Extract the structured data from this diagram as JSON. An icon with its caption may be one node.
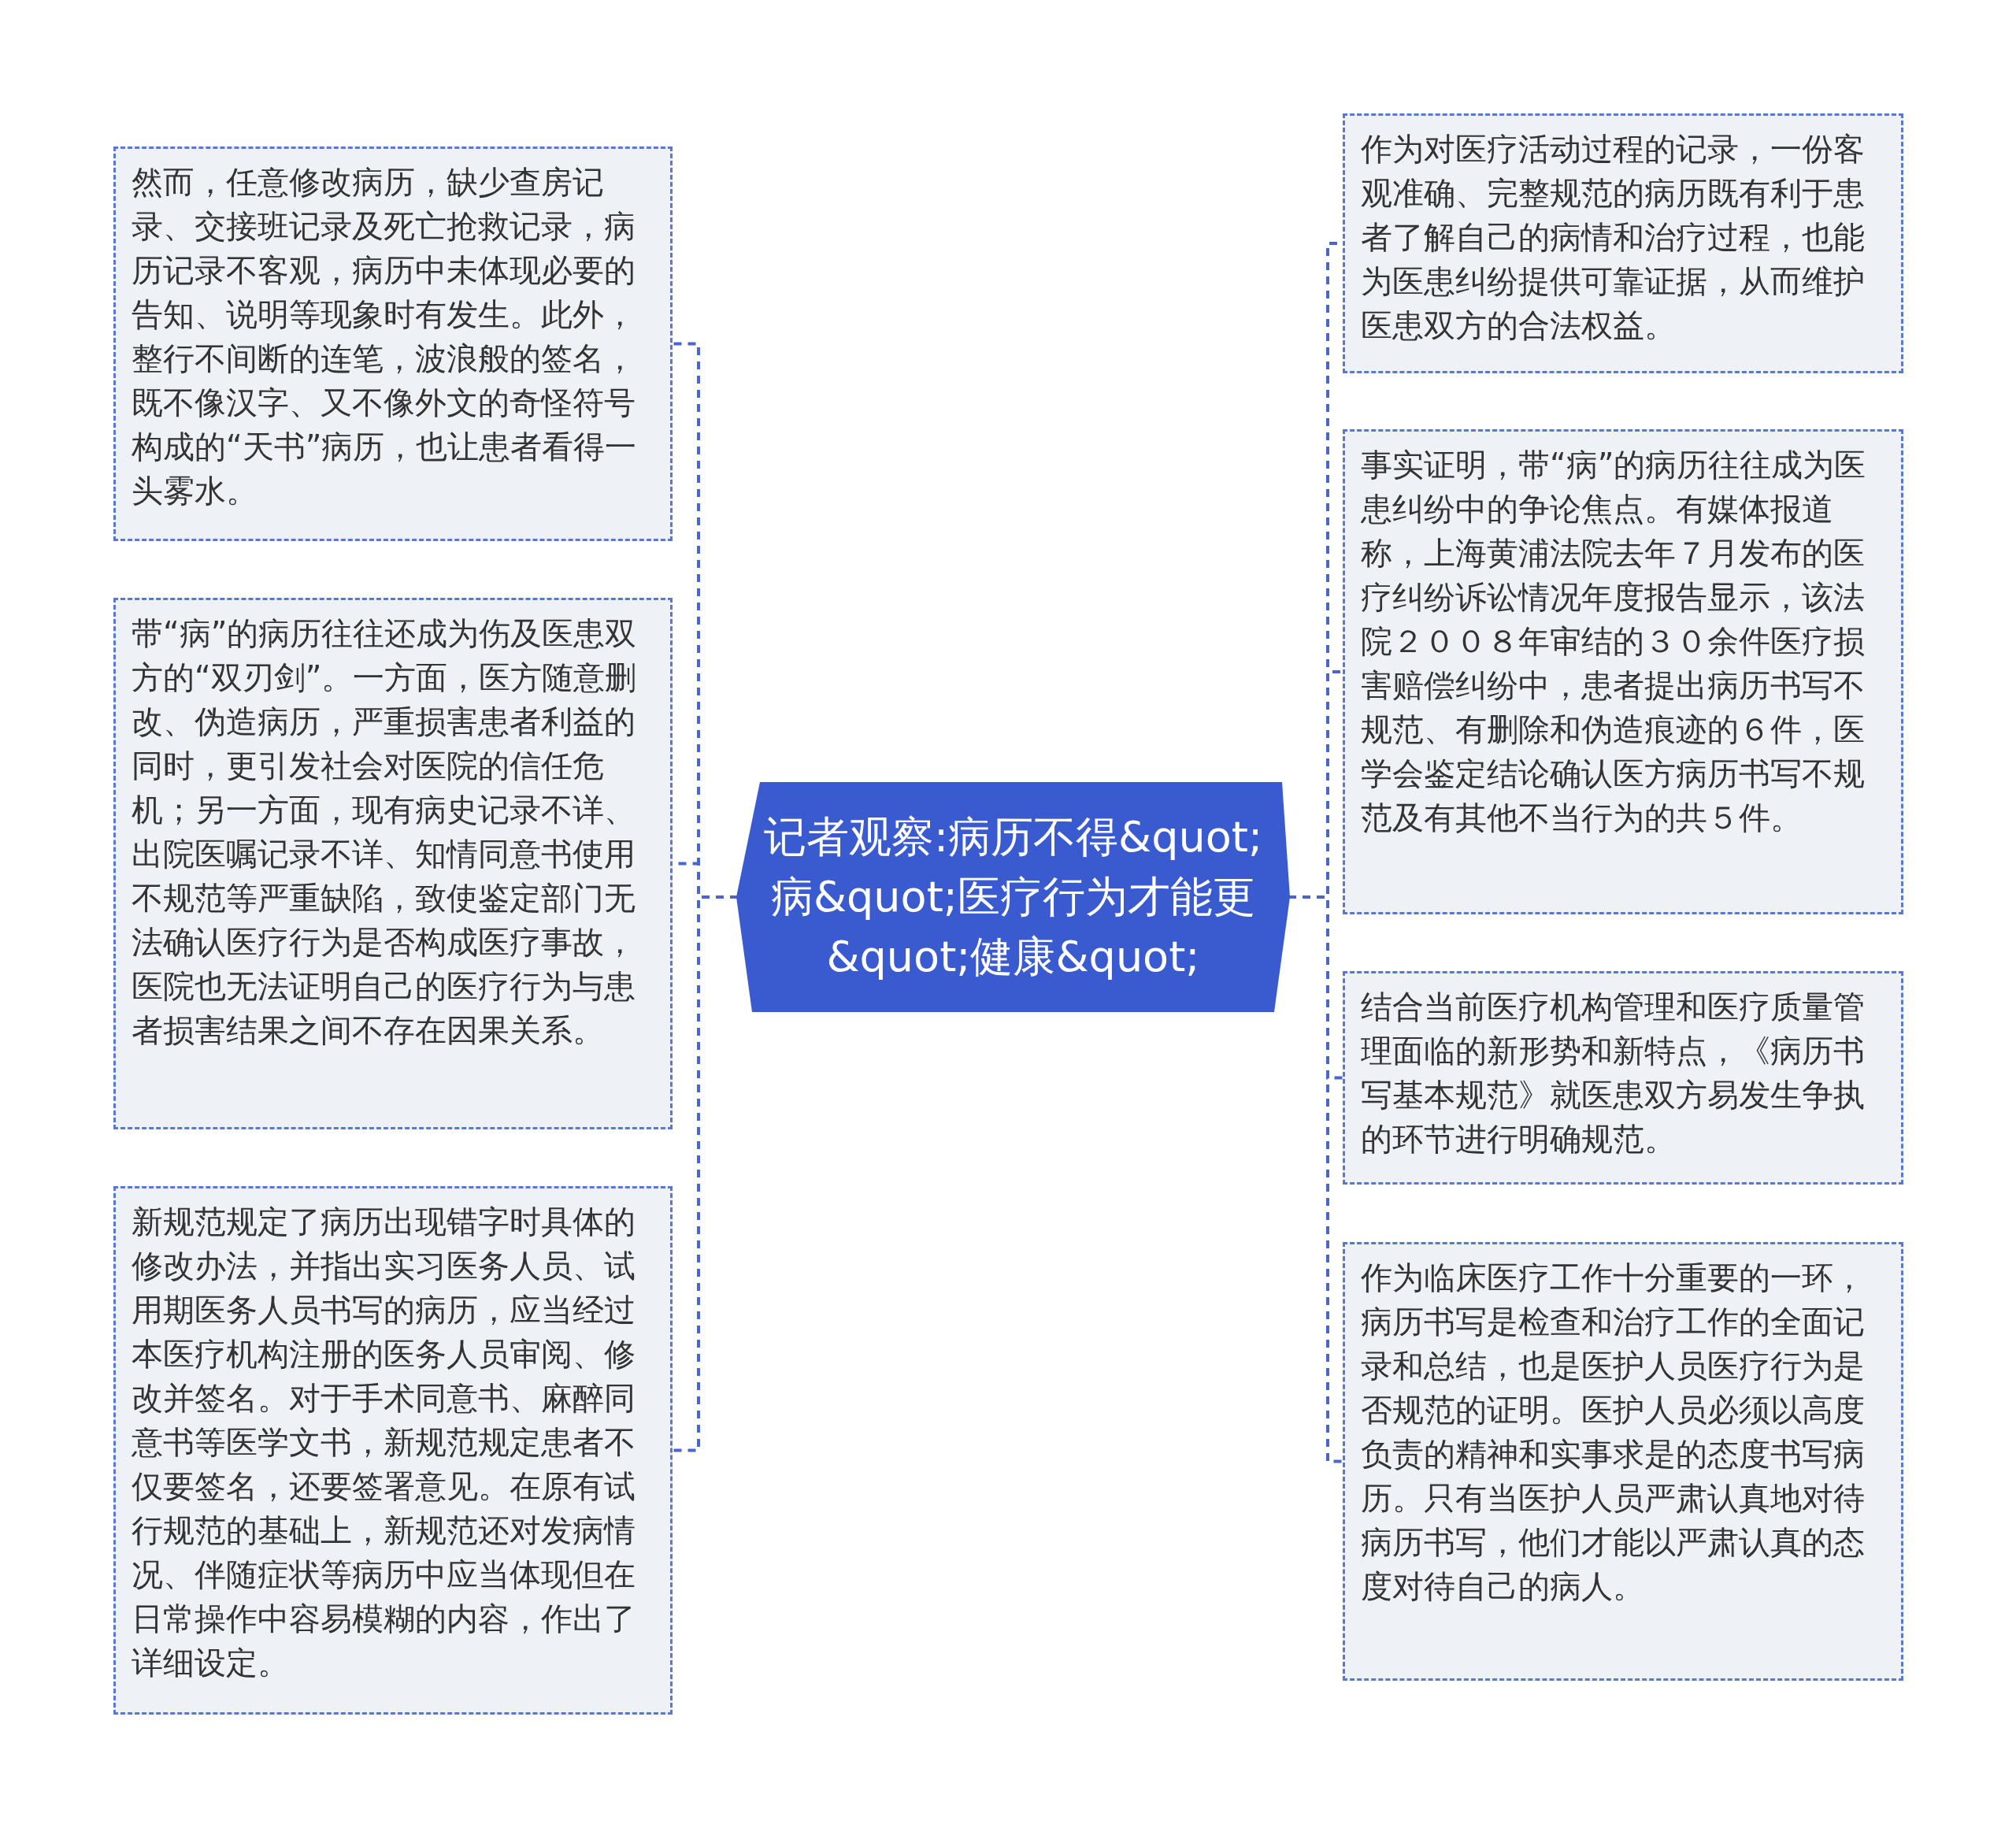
{
  "diagram": {
    "nodes": [
      {
        "text": [
          "记者观察:病历不得&quot;病&quot;医疗行为才能更&quot;健康&quot;"
        ]
      },
      {
        "text": [
          "然而，任意修改病历，缺少查房记录、交接班记录及死亡抢救记录，病历记录不客观，病历中未体现必要的告知、说明等现象时有发生。此外，整行不间断的连笔，波浪般的签名，既不像汉字、又不像外文的奇怪符号构成的“天书”病历，也让患者看得一头雾水。"
        ]
      },
      {
        "text": [
          "带“病”的病历往往还成为伤及医患双方的“双刃剑”。一方面，医方随意删改、伪造病历，严重损害患者利益的同时，更引发社会对医院的信任危机；另一方面，现有病史记录不详、出院医嘱记录不详、知情同意书使用不规范等严重缺陷，致使鉴定部门无法确认医疗行为是否构成医疗事故，医院也无法证明自己的医疗行为与患者损害结果之间不存在因果关系。"
        ]
      },
      {
        "text": [
          "新规范规定了病历出现错字时具体的修改办法，并指出实习医务人员、试用期医务人员书写的病历，应当经过本医疗机构注册的医务人员审阅、修改并签名。对于手术同意书、麻醉同意书等医学文书，新规范规定患者不仅要签名，还要签署意见。在原有试行规范的基础上，新规范还对发病情况、伴随症状等病历中应当体现但在日常操作中容易模糊的内容，作出了详细设定。"
        ]
      },
      {
        "text": [
          "作为对医疗活动过程的记录，一份客观准确、完整规范的病历既有利于患者了解自己的病情和治疗过程，也能为医患纠纷提供可靠证据，从而维护医患双方的合法权益。"
        ]
      },
      {
        "text": [
          "事实证明，带“病”的病历往往成为医患纠纷中的争论焦点。有媒体报道称，上海黄浦法院去年７月发布的医疗纠纷诉讼情况年度报告显示，该法院２００８年审结的３０余件医疗损害赔偿纠纷中，患者提出病历书写不规范、有删除和伪造痕迹的６件，医学会鉴定结论确认医方病历书写不规范及有其他不当行为的共５件。"
        ]
      },
      {
        "text": [
          "结合当前医疗机构管理和医疗质量管理面临的新形势和新特点，《病历书写基本规范》就医患双方易发生争执的环节进行明确规范。"
        ]
      },
      {
        "text": [
          "作为临床医疗工作十分重要的一环，病历书写是检查和治疗工作的全面记录和总结，也是医护人员医疗行为是否规范的证明。医护人员必须以高度负责的精神和实事求是的态度书写病历。只有当医护人员严肃认真地对待病历书写，他们才能以严肃认真的态度对待自己的病人。"
        ]
      }
    ],
    "edges": [
      {
        "from": 0,
        "to": 1,
        "arrow": "none",
        "style": "dashed"
      },
      {
        "from": 0,
        "to": 2,
        "arrow": "none",
        "style": "dashed"
      },
      {
        "from": 0,
        "to": 3,
        "arrow": "none",
        "style": "dashed"
      },
      {
        "from": 0,
        "to": 4,
        "arrow": "none",
        "style": "dashed"
      },
      {
        "from": 0,
        "to": 5,
        "arrow": "none",
        "style": "dashed"
      },
      {
        "from": 0,
        "to": 6,
        "arrow": "none",
        "style": "dashed"
      },
      {
        "from": 0,
        "to": 7,
        "arrow": "none",
        "style": "dashed"
      }
    ]
  }
}
